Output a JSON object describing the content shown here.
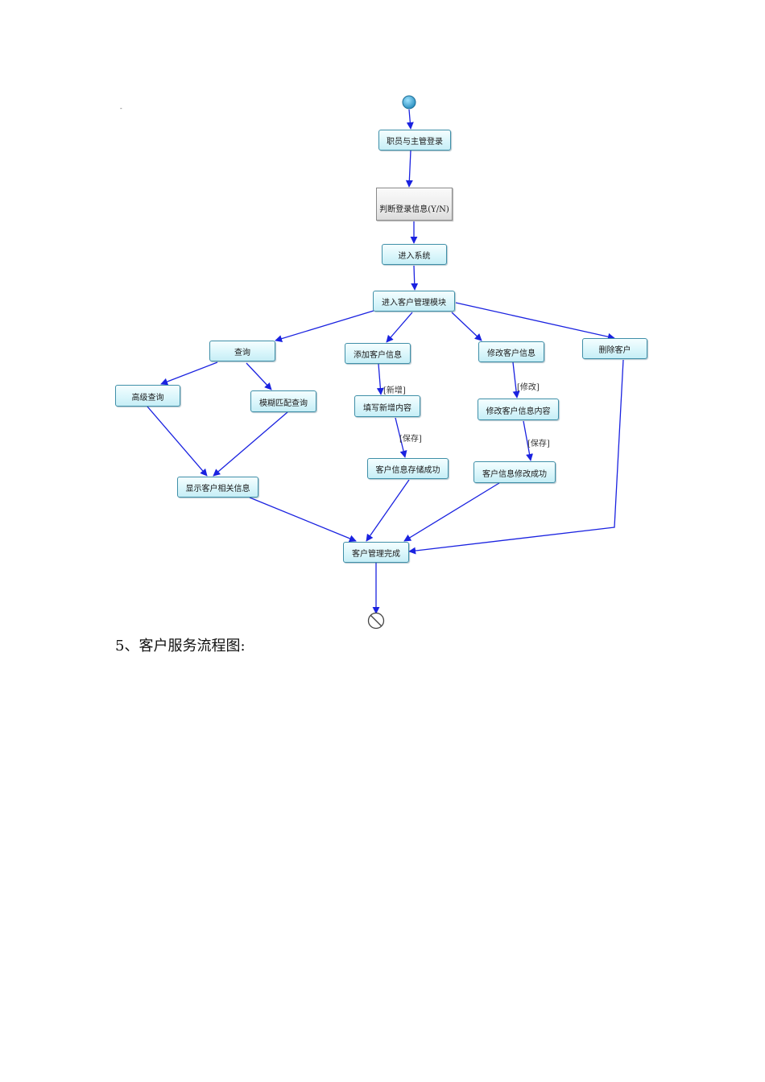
{
  "diagram": {
    "nodes": [
      {
        "id": "login",
        "label": "职员与主管登录",
        "style": "cyan"
      },
      {
        "id": "judge",
        "label": "判断登录信息(Y/N)",
        "style": "gray"
      },
      {
        "id": "enter",
        "label": "进入系统",
        "style": "cyan"
      },
      {
        "id": "module",
        "label": "进入客户管理模块",
        "style": "cyan"
      },
      {
        "id": "query",
        "label": "查询",
        "style": "cyan"
      },
      {
        "id": "add",
        "label": "添加客户信息",
        "style": "cyan"
      },
      {
        "id": "modify",
        "label": "修改客户信息",
        "style": "cyan"
      },
      {
        "id": "delete",
        "label": "删除客户",
        "style": "cyan"
      },
      {
        "id": "advanced",
        "label": "高级查询",
        "style": "cyan"
      },
      {
        "id": "fuzzy",
        "label": "模糊匹配查询",
        "style": "cyan"
      },
      {
        "id": "fill",
        "label": "填写新增内容",
        "style": "cyan"
      },
      {
        "id": "modcontent",
        "label": "修改客户信息内容",
        "style": "cyan"
      },
      {
        "id": "stored",
        "label": "客户信息存储成功",
        "style": "cyan"
      },
      {
        "id": "modsuccess",
        "label": "客户信息修改成功",
        "style": "cyan"
      },
      {
        "id": "display",
        "label": "显示客户相关信息",
        "style": "cyan"
      },
      {
        "id": "done",
        "label": "客户管理完成",
        "style": "cyan"
      }
    ],
    "edges": [
      {
        "from": "start",
        "to": "login",
        "guard": ""
      },
      {
        "from": "login",
        "to": "judge",
        "guard": ""
      },
      {
        "from": "judge",
        "to": "enter",
        "guard": ""
      },
      {
        "from": "enter",
        "to": "module",
        "guard": ""
      },
      {
        "from": "module",
        "to": "query",
        "guard": ""
      },
      {
        "from": "module",
        "to": "add",
        "guard": ""
      },
      {
        "from": "module",
        "to": "modify",
        "guard": ""
      },
      {
        "from": "module",
        "to": "delete",
        "guard": ""
      },
      {
        "from": "query",
        "to": "advanced",
        "guard": ""
      },
      {
        "from": "query",
        "to": "fuzzy",
        "guard": ""
      },
      {
        "from": "advanced",
        "to": "display",
        "guard": ""
      },
      {
        "from": "fuzzy",
        "to": "display",
        "guard": ""
      },
      {
        "from": "add",
        "to": "fill",
        "guard": "[新增]"
      },
      {
        "from": "fill",
        "to": "stored",
        "guard": "[保存]"
      },
      {
        "from": "modify",
        "to": "modcontent",
        "guard": "[修改]"
      },
      {
        "from": "modcontent",
        "to": "modsuccess",
        "guard": "[保存]"
      },
      {
        "from": "display",
        "to": "done",
        "guard": ""
      },
      {
        "from": "stored",
        "to": "done",
        "guard": ""
      },
      {
        "from": "modsuccess",
        "to": "done",
        "guard": ""
      },
      {
        "from": "delete",
        "to": "done",
        "guard": ""
      },
      {
        "from": "done",
        "to": "end",
        "guard": ""
      }
    ],
    "colors": {
      "edge": "#1a22e0",
      "node_border": "#3f8fa8",
      "node_fill": "#dbf6fb",
      "start_fill": "#2a8fc0"
    }
  },
  "stray_mark": "-",
  "caption": "5、客户服务流程图:"
}
